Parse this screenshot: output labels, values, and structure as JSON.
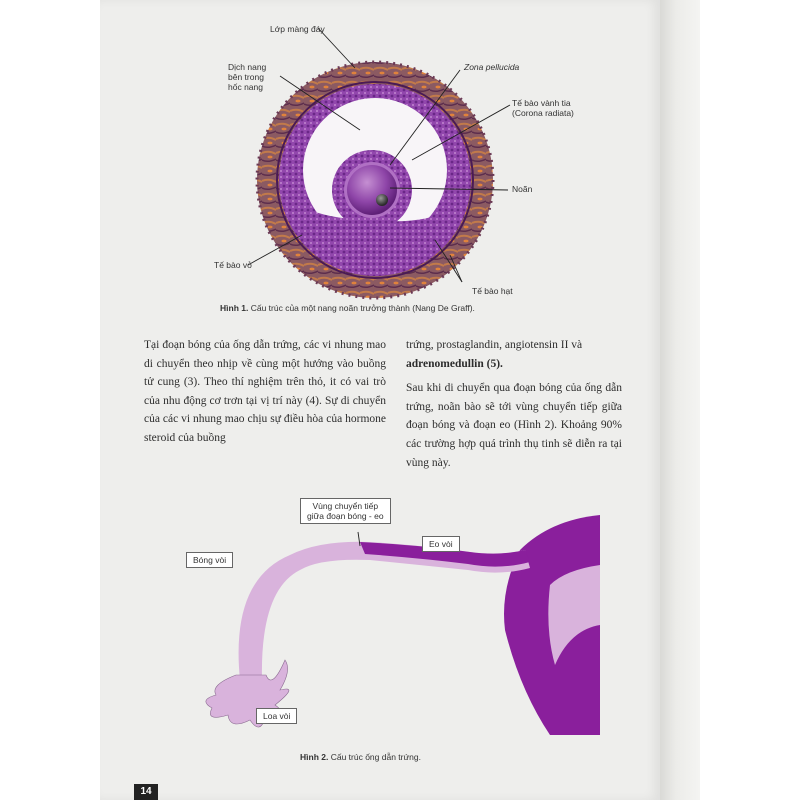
{
  "figure1": {
    "labels": {
      "basement_membrane": "Lớp màng đáy",
      "follicular_fluid_1": "Dịch nang",
      "follicular_fluid_2": "bên trong",
      "follicular_fluid_3": "hốc nang",
      "zona_pellucida": "Zona pellucida",
      "corona_radiata_1": "Tế bào vành tia",
      "corona_radiata_2": "(Corona radiata)",
      "oocyte": "Noãn",
      "theca_cells": "Tế bào vỏ",
      "granulosa_cells": "Tế bào hạt"
    },
    "caption_bold": "Hình 1.",
    "caption_text": " Cấu trúc của một nang noãn trưởng thành (Nang De Graff)."
  },
  "body": {
    "left_paragraph": "Tại đoạn bóng của ống dẫn trứng, các vi nhung mao di chuyển theo nhịp về cùng một hướng vào buồng tử cung (3). Theo thí nghiệm trên thỏ, it có vai trò của nhu động cơ trơn tại vị trí này (4). Sự di chuyển của các vi nhung mao chịu sự điều hòa của hormone steroid của buồng",
    "right_p1_a": "trứng, prostaglandin, angiotensin II và",
    "right_p1_b": "adrenomedullin (5).",
    "right_p2": "Sau khi di chuyển qua đoạn bóng của ống dẫn trứng, noãn bào sẽ tới vùng chuyển tiếp giữa đoạn bóng và đoạn eo (Hình 2). Khoảng 90% các trường hợp quá trình thụ tinh sẽ diễn ra tại vùng này."
  },
  "figure2": {
    "labels": {
      "transition_1": "Vùng chuyển tiếp",
      "transition_2": "giữa đoạn bóng - eo",
      "ampulla": "Bóng vòi",
      "isthmus": "Eo vòi",
      "infundibulum": "Loa vòi"
    },
    "caption_bold": "Hình 2.",
    "caption_text": " Cấu trúc ống dẫn trứng."
  },
  "page_number": "14",
  "colors": {
    "purple_dark": "#8a1f9c",
    "purple_light": "#d9b3dc",
    "follicle_orange": "#d2703a",
    "page_bg": "#eeeeec"
  }
}
